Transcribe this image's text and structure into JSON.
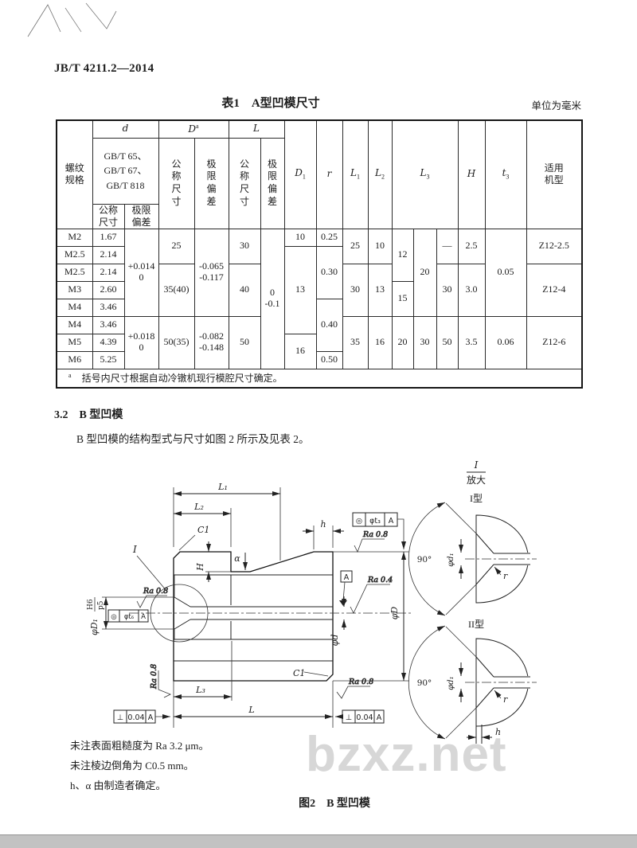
{
  "page": {
    "standard_code": "JB/T 4211.2—2014",
    "watermark": "bzxz.net"
  },
  "table1": {
    "title": "表1　A型凹模尺寸",
    "unit_note": "单位为毫米",
    "header": {
      "spec": "螺纹规格",
      "d": "d",
      "D": "D",
      "D_sup": "a",
      "L": "L",
      "gbt": [
        "GB/T 65、",
        "GB/T 67、",
        "GB/T 818"
      ],
      "nominal": "公称尺寸",
      "deviation": "极限偏差",
      "D1": "D",
      "D1_sub": "1",
      "r": "r",
      "L1": "L",
      "L1_sub": "1",
      "L2": "L",
      "L2_sub": "2",
      "L3": "L",
      "L3_sub": "3",
      "H": "H",
      "t3": "t",
      "t3_sub": "3",
      "app": "适用机型"
    },
    "rows": [
      {
        "spec": "M2",
        "d": "1.67",
        "d_dev": {
          "a": "+0.014",
          "b": "0"
        },
        "D": "25",
        "D_dev": {
          "a": "-0.065",
          "b": "-0.117"
        },
        "L": "30",
        "L_dev": {
          "a": "0",
          "b": "-0.1"
        },
        "D1": "10",
        "r": "0.25",
        "L1": "25",
        "L2": "10",
        "L3a": "12",
        "L3b": "20",
        "L3c": "—",
        "H": "2.5",
        "t3": "0.05",
        "app": "Z12-2.5"
      },
      {
        "spec": "M2.5",
        "d": "2.14",
        "D1": "13",
        "r": "0.30"
      },
      {
        "spec": "M2.5",
        "d": "2.14",
        "D": "35(40)",
        "L": "40",
        "L1": "30",
        "L2": "13",
        "L3c": "30",
        "H": "3.0",
        "app": "Z12-4"
      },
      {
        "spec": "M3",
        "d": "2.60",
        "L3a": "15"
      },
      {
        "spec": "M4",
        "d": "3.46",
        "r": "0.40"
      },
      {
        "spec": "M4",
        "d": "3.46",
        "d_dev": {
          "a": "+0.018",
          "b": "0"
        },
        "D": "50(35)",
        "D_dev": {
          "a": "-0.082",
          "b": "-0.148"
        },
        "L": "50",
        "L1": "35",
        "L2": "16",
        "L3a": "20",
        "L3b": "30",
        "L3c": "50",
        "H": "3.5",
        "t3": "0.06",
        "app": "Z12-6"
      },
      {
        "spec": "M5",
        "d": "4.39",
        "D1": "16"
      },
      {
        "spec": "M6",
        "d": "5.25",
        "r": "0.50"
      }
    ],
    "footnote": {
      "marker": "a",
      "text": "括号内尺寸根据自动冷镦机现行模腔尺寸确定。"
    }
  },
  "section": {
    "number": "3.2",
    "title": "B 型凹模",
    "intro": "B 型凹模的结构型式与尺寸如图 2 所示及见表 2。"
  },
  "figure": {
    "caption": "图2　B 型凹模",
    "notes": [
      "未注表面粗糙度为 Ra 3.2 μm。",
      "未注棱边倒角为 C0.5 mm。",
      "h、α 由制造者确定。"
    ],
    "labels": {
      "L1": "L₁",
      "L2": "L₂",
      "L3": "L₃",
      "L": "L",
      "H": "H",
      "h": "h",
      "alpha": "α",
      "C1": "C1",
      "phiD": "φD",
      "phid": "φd",
      "phid1": "φd₁",
      "phiD1": "φD₁",
      "fit_top": "H6",
      "fit_bot": "p5",
      "angle": "90°",
      "r": "r",
      "detail_ref": "I",
      "magnified": "放大",
      "type1": "I型",
      "type2": "II型",
      "datum": "A"
    },
    "ra": {
      "r08": "Ra 0.8",
      "r04": "Ra 0.4"
    },
    "frames": {
      "coax_top": {
        "sym": "◎",
        "tol": "φt₃",
        "datum": "A"
      },
      "coax_left": {
        "sym": "◎",
        "tol": "φt₆",
        "datum": "A"
      },
      "perp_left": {
        "sym": "⊥",
        "tol": "0.04",
        "datum": "A"
      },
      "perp_right": {
        "sym": "⊥",
        "tol": "0.04",
        "datum": "A"
      }
    }
  }
}
